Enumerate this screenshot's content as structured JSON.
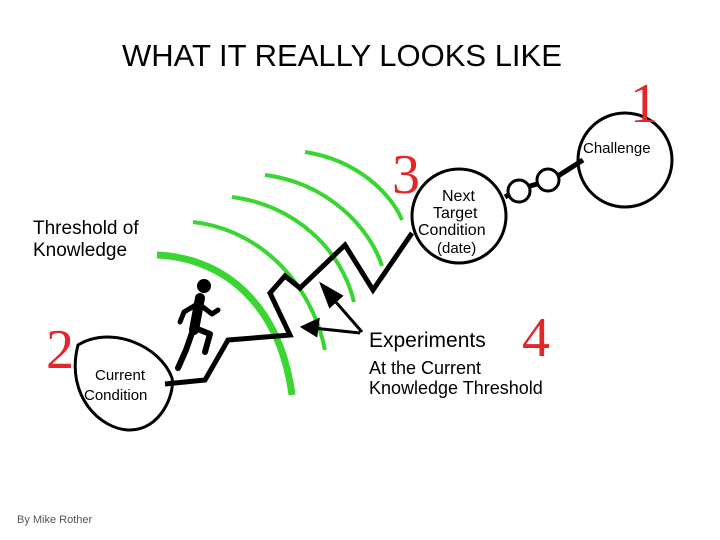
{
  "title": "WHAT IT REALLY LOOKS LIKE",
  "steps": {
    "one": "1",
    "two": "2",
    "three": "3",
    "four": "4"
  },
  "labels": {
    "challenge": "Challenge",
    "next_target_line1": "Next",
    "next_target_line2": "Target",
    "next_target_line3": "Condition",
    "next_target_date": "(date)",
    "threshold_line1": "Threshold of",
    "threshold_line2": "Knowledge",
    "experiments": "Experiments",
    "experiments_sub_line1": "At the Current",
    "experiments_sub_line2": "Knowledge Threshold",
    "current_line1": "Current",
    "current_line2": "Condition"
  },
  "credit": "By Mike Rother",
  "colors": {
    "step_number": "#e3262a",
    "threshold_arc": "#39d631",
    "line": "#000000"
  },
  "icons": [
    "runner-icon"
  ]
}
